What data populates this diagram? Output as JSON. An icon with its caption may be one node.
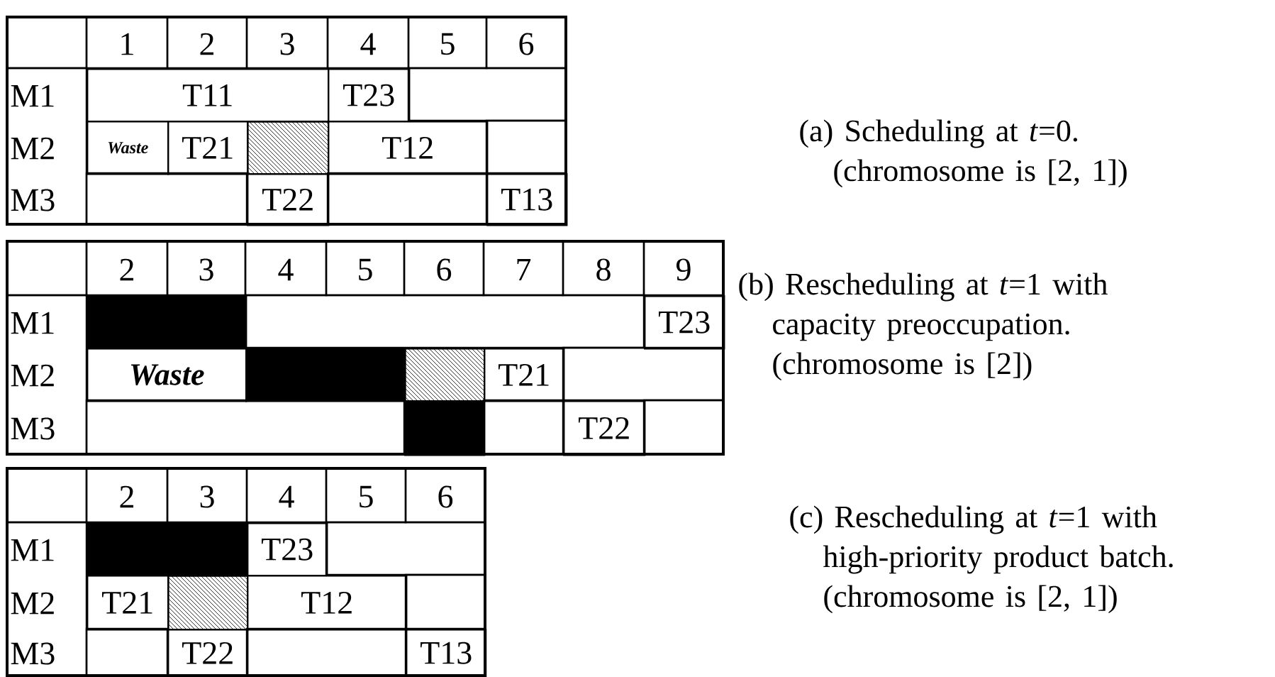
{
  "diagram": {
    "nodes": [
      {
        "text": [
          "T11"
        ]
      },
      {
        "text": [
          "T23"
        ]
      },
      {
        "text": [
          "Waste"
        ]
      },
      {
        "text": [
          "T21"
        ]
      },
      {
        "text": [],
        "shape": "bar"
      },
      {
        "text": [
          "T12"
        ]
      },
      {
        "text": [
          "T22"
        ]
      },
      {
        "text": [
          "T13"
        ]
      },
      {
        "text": [],
        "shape": "bar"
      },
      {
        "text": [
          "T23"
        ]
      },
      {
        "text": [
          "Waste"
        ]
      },
      {
        "text": [],
        "shape": "bar"
      },
      {
        "text": [],
        "shape": "bar"
      },
      {
        "text": [
          "T21"
        ]
      },
      {
        "text": [],
        "shape": "bar"
      },
      {
        "text": [
          "T22"
        ]
      },
      {
        "text": [],
        "shape": "bar"
      },
      {
        "text": [
          "T23"
        ]
      },
      {
        "text": [
          "T21"
        ]
      },
      {
        "text": [],
        "shape": "bar"
      },
      {
        "text": [
          "T12"
        ]
      },
      {
        "text": [
          "T22"
        ]
      },
      {
        "text": [
          "T13"
        ]
      }
    ],
    "labels": [
      "1",
      "2",
      "3",
      "4",
      "5",
      "6",
      "M1",
      "M2",
      "M3",
      "(a) Scheduling at *t*=0.",
      "(chromosome is [2, 1])",
      "2",
      "3",
      "4",
      "5",
      "6",
      "7",
      "8",
      "9",
      "M1",
      "M2",
      "M3",
      "(b) Rescheduling at *t*=1 with capacity preoccupation.",
      "(chromosome is [2])",
      "2",
      "3",
      "4",
      "5",
      "6",
      "M1",
      "M2",
      "M3",
      "(c) Rescheduling at *t*=1 with high-priority product batch.",
      "(chromosome is [2, 1])"
    ]
  }
}
